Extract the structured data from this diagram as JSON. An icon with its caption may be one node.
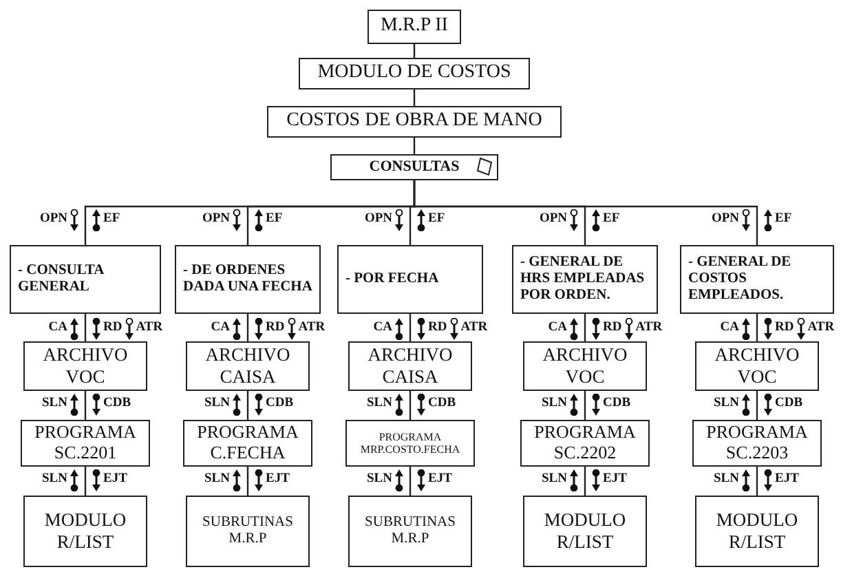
{
  "diagram": {
    "nodes": [
      {
        "text": [
          "M.R.P II"
        ]
      },
      {
        "text": [
          "MODULO DE COSTOS"
        ]
      },
      {
        "text": [
          "COSTOS DE OBRA DE MANO"
        ]
      },
      {
        "text": [
          "CONSULTAS"
        ]
      },
      {
        "text": [
          "- CONSULTA GENERAL"
        ]
      },
      {
        "text": [
          "- DE ORDENES DADA UNA FECHA"
        ]
      },
      {
        "text": [
          "- POR FECHA"
        ]
      },
      {
        "text": [
          "- GENERAL DE HRS EMPLEADAS POR ORDEN."
        ]
      },
      {
        "text": [
          "- GENERAL DE COSTOS EMPLEADOS."
        ]
      },
      {
        "text": [
          "ARCHIVO VOC"
        ]
      },
      {
        "text": [
          "ARCHIVO CAISA"
        ]
      },
      {
        "text": [
          "ARCHIVO CAISA"
        ]
      },
      {
        "text": [
          "ARCHIVO VOC"
        ]
      },
      {
        "text": [
          "ARCHIVO VOC"
        ]
      },
      {
        "text": [
          "PROGRAMA SC.2201"
        ]
      },
      {
        "text": [
          "PROGRAMA C.FECHA"
        ]
      },
      {
        "text": [
          "PROGRAMA MRP.COSTO.FECHA"
        ]
      },
      {
        "text": [
          "PROGRAMA SC.2202"
        ]
      },
      {
        "text": [
          "PROGRAMA SC.2203"
        ]
      },
      {
        "text": [
          "MODULO R/LIST"
        ]
      },
      {
        "text": [
          "SUBRUTINAS M.R.P"
        ]
      },
      {
        "text": [
          "SUBRUTINAS M.R.P"
        ]
      },
      {
        "text": [
          "MODULO R/LIST"
        ]
      },
      {
        "text": [
          "MODULO R/LIST"
        ]
      }
    ],
    "edges": [
      {
        "from": 0,
        "to": 1,
        "arrow": "none"
      },
      {
        "from": 1,
        "to": 2,
        "arrow": "none"
      },
      {
        "from": 2,
        "to": 3,
        "arrow": "none"
      },
      {
        "from": 3,
        "to": 4,
        "arrow": "none"
      },
      {
        "from": 3,
        "to": 5,
        "arrow": "none"
      },
      {
        "from": 3,
        "to": 6,
        "arrow": "none"
      },
      {
        "from": 3,
        "to": 7,
        "arrow": "none"
      },
      {
        "from": 3,
        "to": 8,
        "arrow": "none"
      },
      {
        "from": 4,
        "to": 9,
        "arrow": "none"
      },
      {
        "from": 5,
        "to": 10,
        "arrow": "none"
      },
      {
        "from": 6,
        "to": 11,
        "arrow": "none"
      },
      {
        "from": 7,
        "to": 12,
        "arrow": "none"
      },
      {
        "from": 8,
        "to": 13,
        "arrow": "none"
      },
      {
        "from": 9,
        "to": 14,
        "arrow": "none"
      },
      {
        "from": 10,
        "to": 15,
        "arrow": "none"
      },
      {
        "from": 11,
        "to": 16,
        "arrow": "none"
      },
      {
        "from": 12,
        "to": 17,
        "arrow": "none"
      },
      {
        "from": 13,
        "to": 18,
        "arrow": "none"
      },
      {
        "from": 14,
        "to": 19,
        "arrow": "none"
      },
      {
        "from": 15,
        "to": 20,
        "arrow": "none"
      },
      {
        "from": 16,
        "to": 21,
        "arrow": "none"
      },
      {
        "from": 17,
        "to": 22,
        "arrow": "none"
      },
      {
        "from": 18,
        "to": 23,
        "arrow": "none"
      }
    ],
    "labels": [
      "OPN",
      "EF",
      "OPN",
      "EF",
      "OPN",
      "EF",
      "OPN",
      "EF",
      "OPN",
      "EF",
      "CA",
      "RD",
      "ATR",
      "CA",
      "RD",
      "ATR",
      "CA",
      "RD",
      "ATR",
      "CA",
      "RD",
      "ATR",
      "CA",
      "RD",
      "ATR",
      "SLN",
      "CDB",
      "SLN",
      "CDB",
      "SLN",
      "CDB",
      "SLN",
      "CDB",
      "SLN",
      "CDB",
      "SLN",
      "EJT",
      "SLN",
      "EJT",
      "SLN",
      "EJT",
      "SLN",
      "EJT",
      "SLN",
      "EJT"
    ]
  }
}
